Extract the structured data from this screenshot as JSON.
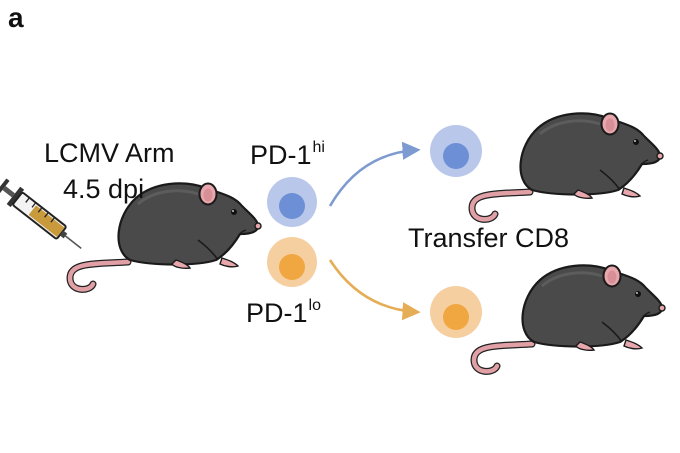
{
  "panel_label": "a",
  "infection": {
    "line1": "LCMV Arm",
    "line2": "4.5 dpi"
  },
  "populations": {
    "high": {
      "base": "PD-1",
      "sup": "hi"
    },
    "low": {
      "base": "PD-1",
      "sup": "lo"
    }
  },
  "transfer_label": "Transfer CD8",
  "colors": {
    "mouse_body": "#4a4a4a",
    "mouse_ear": "#e7a7ad",
    "mouse_tail": "#e0a0a6",
    "pd1hi_outer": "#b9c7ea",
    "pd1hi_inner": "#6c8fd6",
    "pd1lo_outer": "#f6cfa0",
    "pd1lo_inner": "#f0a742",
    "arrow_blue": "#7d9ad1",
    "arrow_orange": "#e5ad55",
    "syringe_fluid": "#c89a3b"
  },
  "icons": [
    "syringe-icon",
    "mouse-icon"
  ]
}
